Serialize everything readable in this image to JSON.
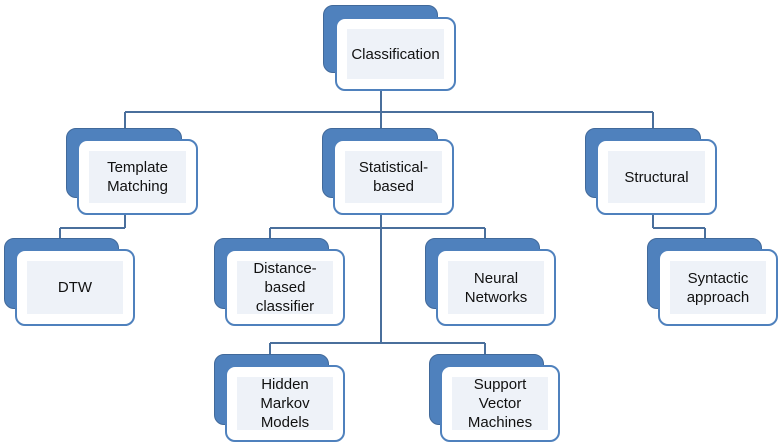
{
  "diagram": {
    "root": {
      "label": "Classification"
    },
    "categories": {
      "template": {
        "label": "Template\nMatching"
      },
      "statistical": {
        "label": "Statistical-\nbased"
      },
      "structural": {
        "label": "Structural"
      }
    },
    "methods": {
      "dtw": {
        "label": "DTW"
      },
      "distance": {
        "label": "Distance-\nbased\nclassifier"
      },
      "neural": {
        "label": "Neural\nNetworks"
      },
      "syntactic": {
        "label": "Syntactic\napproach"
      },
      "hmm": {
        "label": "Hidden\nMarkov\nModels"
      },
      "svm": {
        "label": "Support\nVector\nMachines"
      }
    },
    "colors": {
      "accent": "#4f81bd",
      "accent_dark": "#41699a",
      "box_fill": "#eef2f8",
      "connector": "#4a6f9c"
    }
  }
}
